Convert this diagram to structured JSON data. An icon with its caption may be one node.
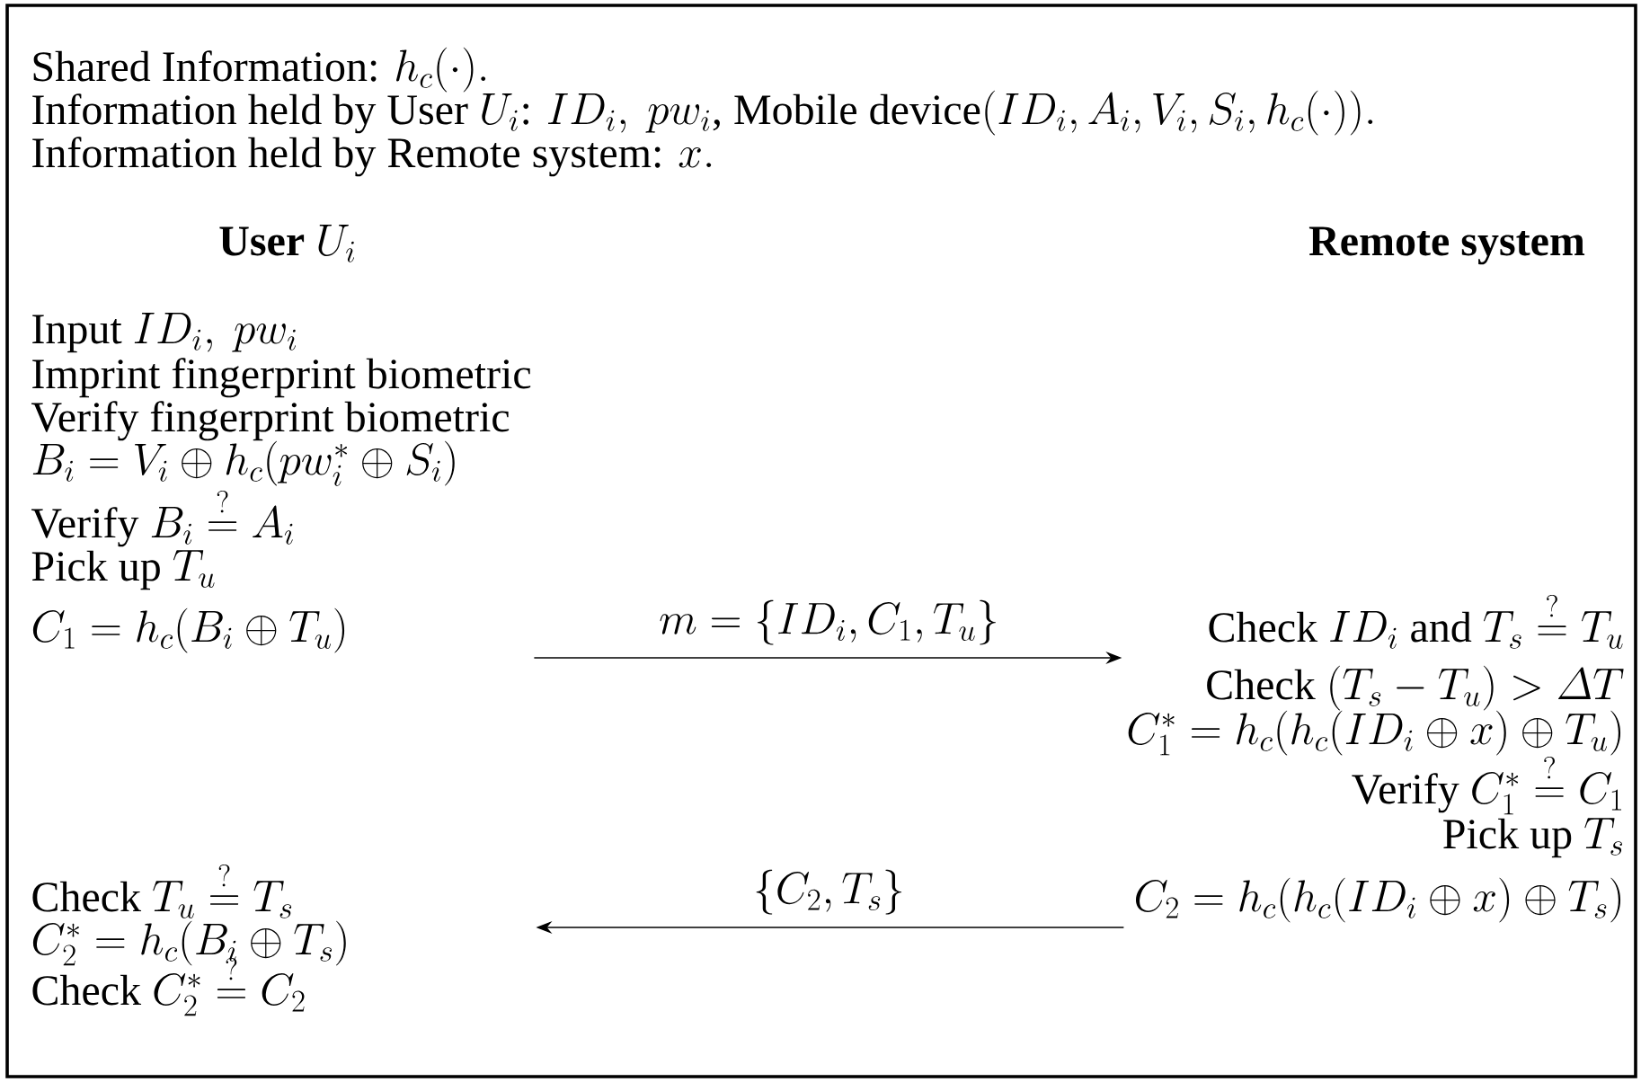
{
  "diagram": {
    "nodes": [
      {
        "text": [
          "\\textbf{User } U_i",
          "\\text{Input } ID_i,\\ pw_i",
          "Imprint fingerprint biometric",
          "Verify fingerprint biometric",
          "B_i = V_i \\oplus h_c(pw_i^* \\oplus S_i)",
          "\\text{Verify } B_i \\stackrel{?}{=} A_i",
          "\\text{Pick up } T_u",
          "C_1 = h_c(B_i \\oplus T_u)",
          "\\text{Check } T_u \\stackrel{?}{=} T_s",
          "C_2^* = h_c(B_i \\oplus T_s)",
          "\\text{Check } C_2^* \\stackrel{?}{=} C_2"
        ]
      },
      {
        "text": [
          "Remote system",
          "\\text{Check } ID_i \\text{ and } T_s \\stackrel{?}{=} T_u",
          "\\text{Check } (T_s - T_u) > \\varDelta T",
          "C_1^* = h_c(h_c(ID_i \\oplus x) \\oplus T_u)",
          "\\text{Verify } C_1^* \\stackrel{?}{=} C_1",
          "\\text{Pick up } T_s",
          "C_2 = h_c(h_c(ID_i \\oplus x) \\oplus T_s)"
        ]
      }
    ],
    "edges": [
      {
        "from": 0,
        "to": 1,
        "arrow": "to",
        "label": "m = \\{ID_i, C_1, T_u\\}"
      },
      {
        "from": 1,
        "to": 0,
        "arrow": "to",
        "label": "\\{C_2, T_s\\}"
      }
    ],
    "labels": [
      "\\text{Shared Information: } h_c(\\cdot).",
      "\\text{Information held by User } U_i\\text{: } ID_i,\\ pw_i\\text{, Mobile device}(ID_i, A_i, V_i, S_i, h_c(\\cdot)).",
      "\\text{Information held by Remote system: } x."
    ]
  }
}
